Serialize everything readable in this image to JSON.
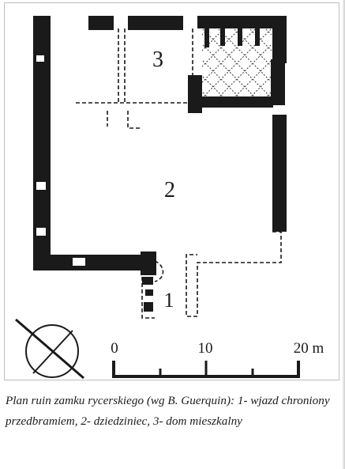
{
  "plan": {
    "room_labels": {
      "house": "3",
      "courtyard": "2",
      "entrance": "1"
    }
  },
  "scale_bar": {
    "ticks": [
      "0",
      "10",
      "20 m"
    ]
  },
  "caption": {
    "text": "Plan ruin zamku rycerskiego (wg B. Guerquin): 1- wjazd chroniony przedbramiem, 2- dziedziniec, 3- dom mieszkalny"
  },
  "colors": {
    "wall": "#1a1a1a",
    "paper": "#ffffff"
  },
  "icons": {
    "north_arrow": "compass-icon"
  }
}
